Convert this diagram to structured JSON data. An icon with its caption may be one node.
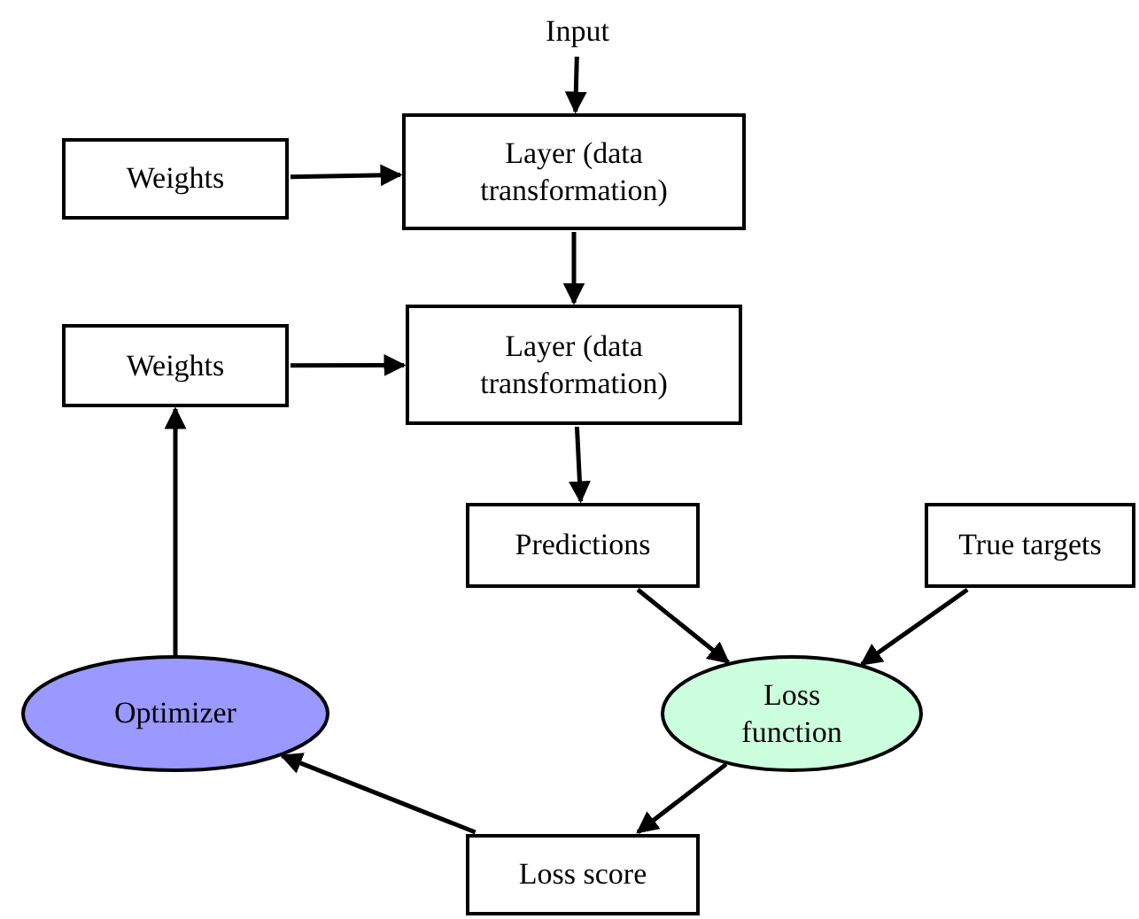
{
  "diagram": {
    "nodes": [
      {
        "text": [
          "Input"
        ]
      },
      {
        "text": [
          "Weights"
        ]
      },
      {
        "text": [
          "Layer (data transformation)"
        ]
      },
      {
        "text": [
          "Weights"
        ]
      },
      {
        "text": [
          "Layer (data transformation)"
        ]
      },
      {
        "text": [
          "Predictions"
        ]
      },
      {
        "text": [
          "True targets"
        ]
      },
      {
        "text": [
          "Optimizer"
        ]
      },
      {
        "text": [
          "Loss function"
        ]
      },
      {
        "text": [
          "Loss score"
        ]
      }
    ],
    "edges": [
      {
        "from": 0,
        "to": 2,
        "arrow": "to"
      },
      {
        "from": 1,
        "to": 2,
        "arrow": "to"
      },
      {
        "from": 2,
        "to": 4,
        "arrow": "to"
      },
      {
        "from": 3,
        "to": 4,
        "arrow": "to"
      },
      {
        "from": 4,
        "to": 5,
        "arrow": "to"
      },
      {
        "from": 5,
        "to": 8,
        "arrow": "to"
      },
      {
        "from": 6,
        "to": 8,
        "arrow": "to"
      },
      {
        "from": 8,
        "to": 9,
        "arrow": "to"
      },
      {
        "from": 9,
        "to": 7,
        "arrow": "to"
      },
      {
        "from": 7,
        "to": 3,
        "arrow": "to"
      }
    ]
  }
}
